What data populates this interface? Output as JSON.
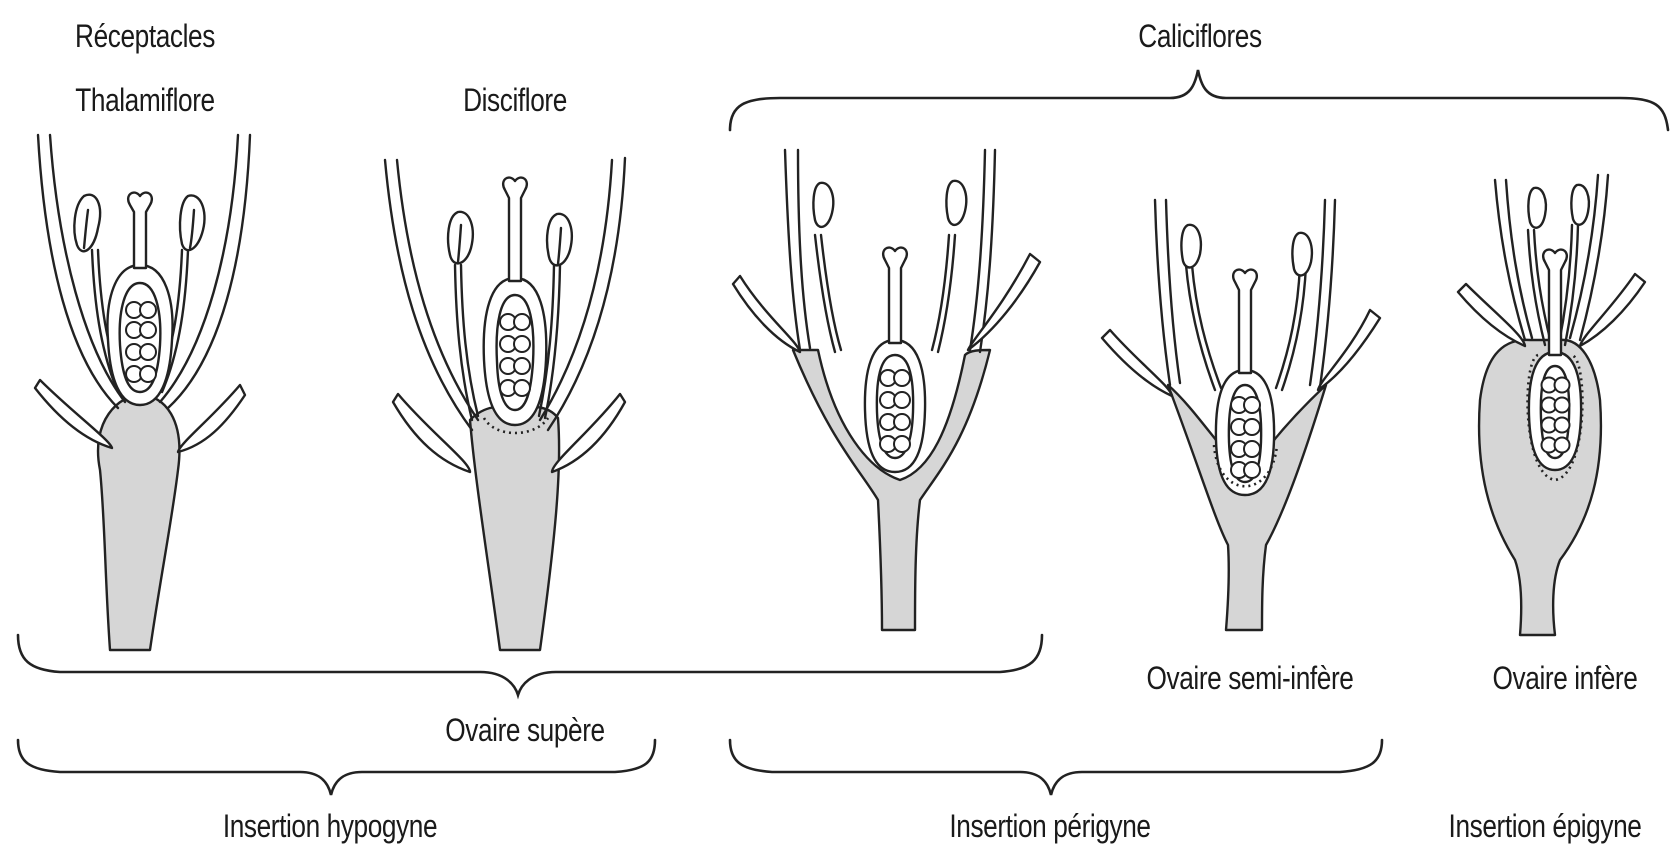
{
  "labels": {
    "receptacles": "Réceptacles",
    "thalamiflore": "Thalamiflore",
    "disciflore": "Disciflore",
    "caliciflores": "Caliciflores",
    "ovaire_semi_infere": "Ovaire semi-infère",
    "ovaire_infere": "Ovaire infère",
    "ovaire_supere": "Ovaire supère",
    "insertion_hypogyne": "Insertion hypogyne",
    "insertion_perigyne": "Insertion périgyne",
    "insertion_epigyne": "Insertion épigyne"
  },
  "colors": {
    "tissue": "#d6d6d6",
    "outline": "#222222",
    "background": "#ffffff"
  }
}
